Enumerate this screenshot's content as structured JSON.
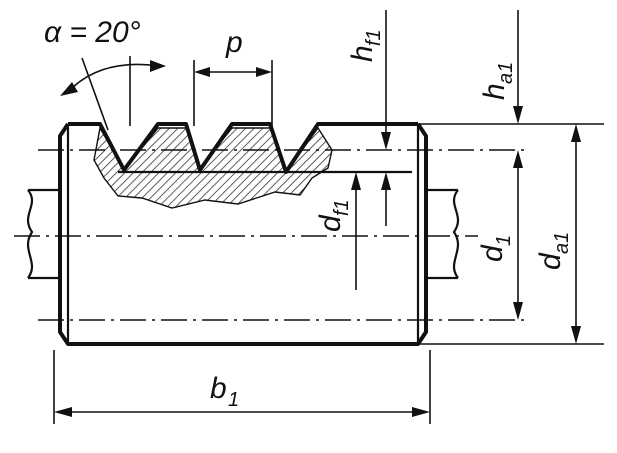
{
  "diagram": {
    "labels": {
      "alpha": "α = 20°",
      "p": "p",
      "hf1": "h",
      "hf1_sub": "f1",
      "ha1": "h",
      "ha1_sub": "a1",
      "df1": "d",
      "df1_sub": "f1",
      "d1": "d",
      "d1_sub": "1",
      "da1": "d",
      "da1_sub": "a1",
      "b1": "b",
      "b1_sub": "1"
    }
  }
}
